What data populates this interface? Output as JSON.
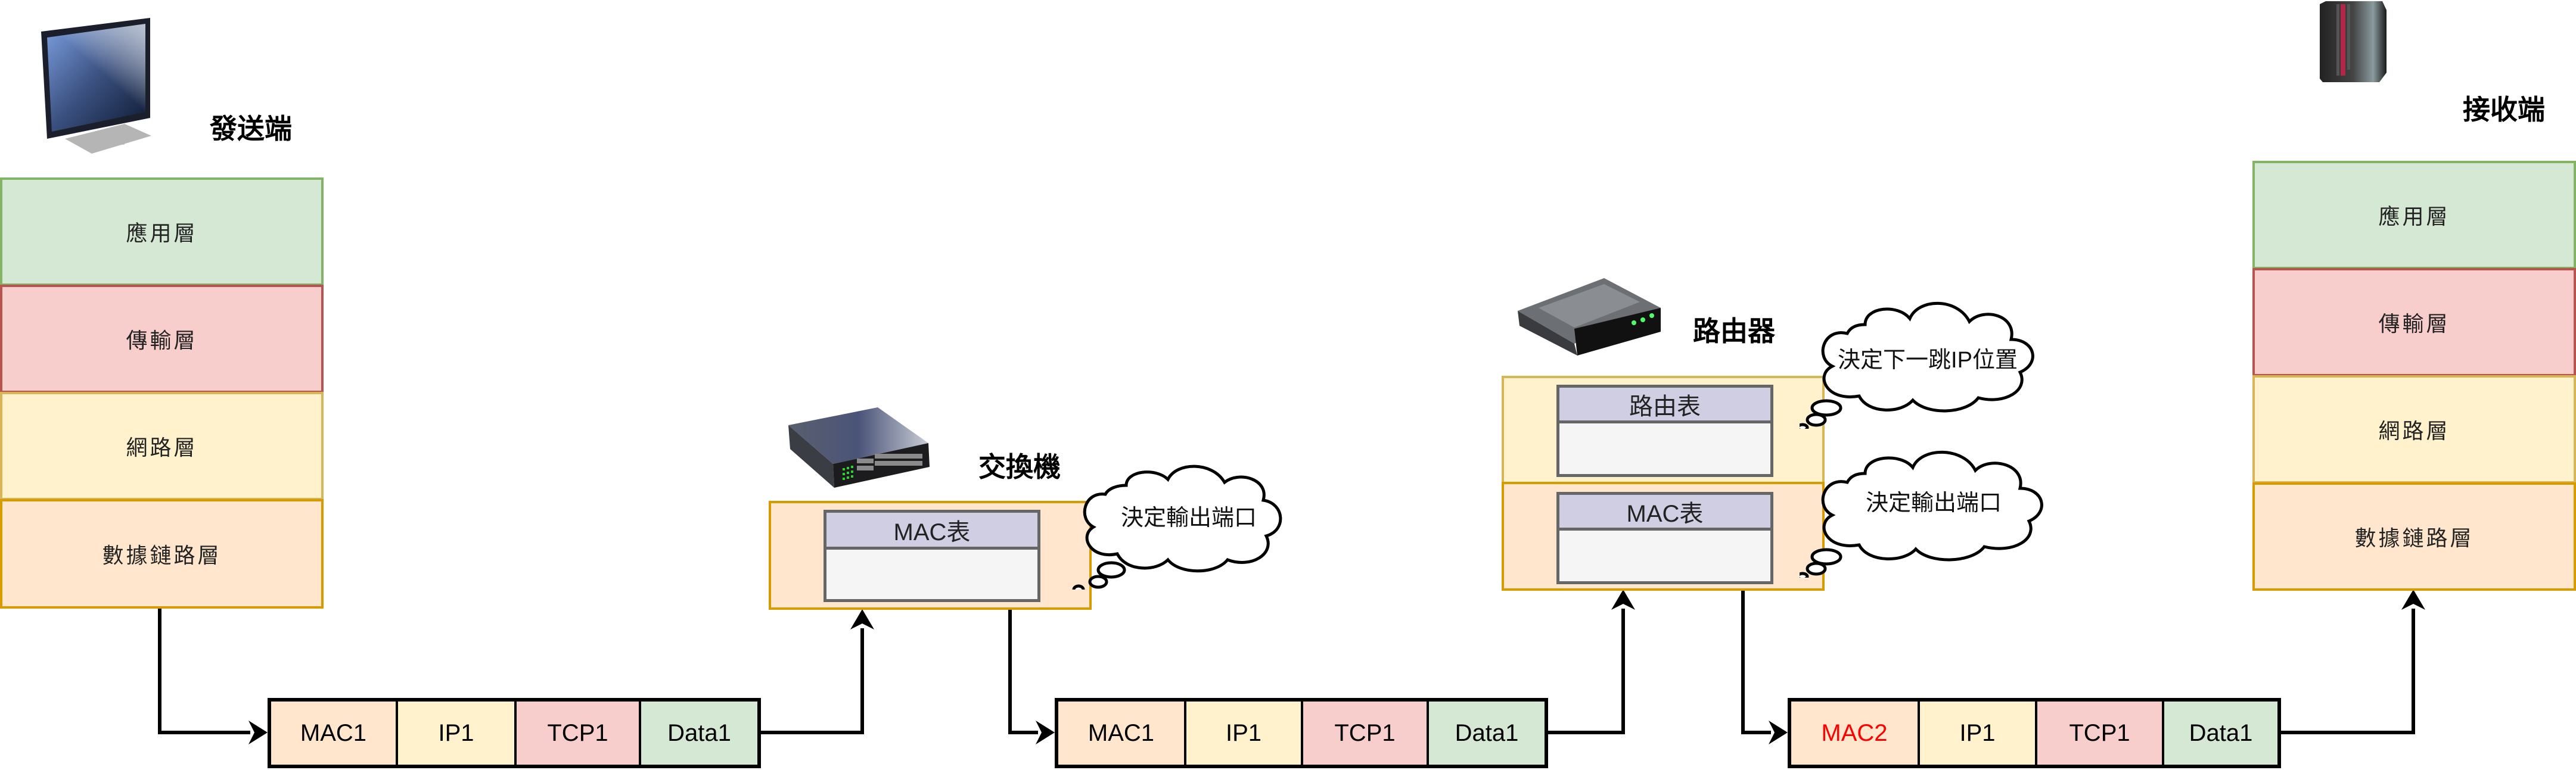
{
  "sender": {
    "title": "發送端",
    "icon": "monitor-icon",
    "layers": [
      "應用層",
      "傳輸層",
      "網路層",
      "數據鏈路層"
    ]
  },
  "receiver": {
    "title": "接收端",
    "icon": "server-icon",
    "layers": [
      "應用層",
      "傳輸層",
      "網路層",
      "數據鏈路層"
    ]
  },
  "switch": {
    "title": "交換機",
    "icon": "switch-icon",
    "table_title": "MAC表",
    "thought": "決定輸出端口"
  },
  "router": {
    "title": "路由器",
    "icon": "router-icon",
    "route_table_title": "路由表",
    "mac_table_title": "MAC表",
    "thought_route": "決定下一跳IP位置",
    "thought_mac": "決定輸出端口"
  },
  "packets": [
    {
      "mac": "MAC1",
      "ip": "IP1",
      "tcp": "TCP1",
      "data": "Data1",
      "mac_color": "#000000"
    },
    {
      "mac": "MAC1",
      "ip": "IP1",
      "tcp": "TCP1",
      "data": "Data1",
      "mac_color": "#000000"
    },
    {
      "mac": "MAC2",
      "ip": "IP1",
      "tcp": "TCP1",
      "data": "Data1",
      "mac_color": "#ff0000"
    }
  ],
  "colors": {
    "application": "#d5e8d4",
    "transport": "#f8cecc",
    "network": "#fff2cc",
    "datalink": "#ffe6cc",
    "table_header": "#d0cee2",
    "changed_mac": "#ff0000"
  }
}
